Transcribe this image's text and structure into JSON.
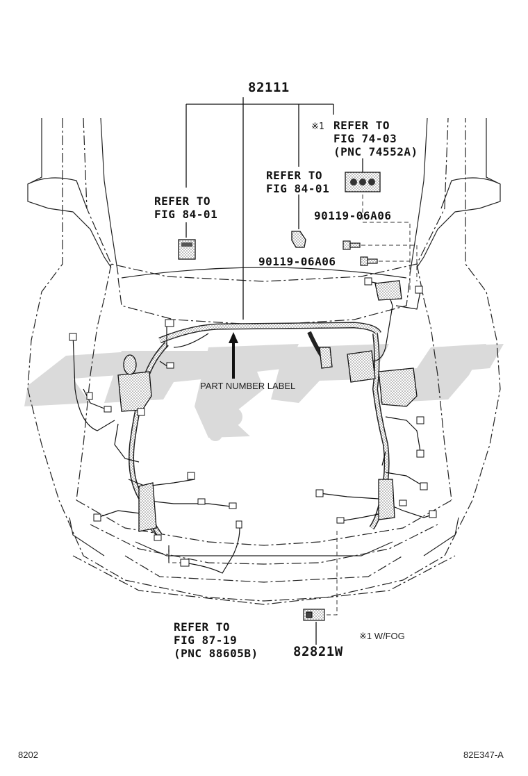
{
  "callouts": {
    "main_part": "82111",
    "refer_left": {
      "line1": "REFER TO",
      "line2": "FIG 84-01"
    },
    "refer_center": {
      "line1": "REFER TO",
      "line2": "FIG 84-01"
    },
    "refer_topright": {
      "mark": "※1",
      "line1": "REFER TO",
      "line2": "FIG 74-03",
      "line3": "(PNC 74552A)"
    },
    "bolt_upper": "90119-06A06",
    "bolt_lower": "90119-06A06",
    "label_note": "PART NUMBER LABEL",
    "refer_bottom": {
      "line1": "REFER TO",
      "line2": "FIG 87-19",
      "line3": "(PNC 88605B)"
    },
    "bottom_part": "82821W",
    "footnote": "※1 W/FOG"
  },
  "footer": {
    "left_code": "8202",
    "right_code": "82E347-A"
  },
  "colors": {
    "line": "#1a1a1a",
    "watermark": "#d2d2d2",
    "hatch": "#9a9a9a"
  }
}
